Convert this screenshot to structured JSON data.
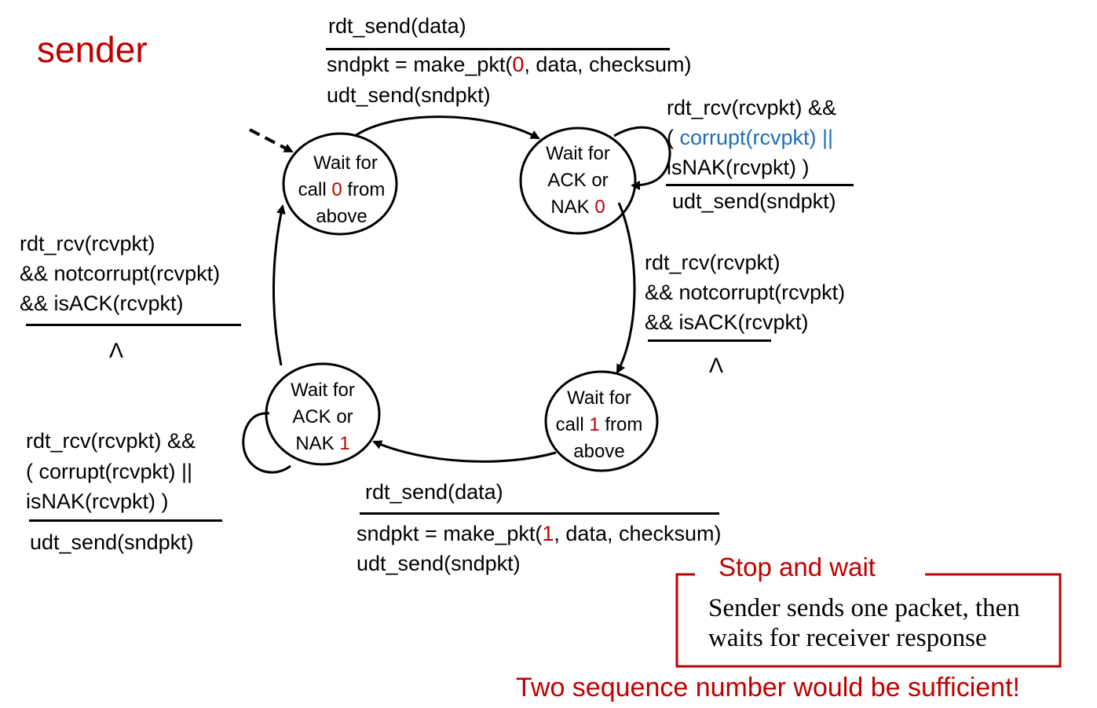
{
  "title": "sender",
  "states": {
    "wait_call_0": {
      "line1": "Wait for",
      "line2_pre": "call ",
      "line2_num": "0",
      "line2_post": " from",
      "line3": "above"
    },
    "wait_ack_0": {
      "line1": "Wait for",
      "line2": "ACK or",
      "line3_pre": "NAK ",
      "line3_num": "0"
    },
    "wait_call_1": {
      "line1": "Wait for",
      "line2_pre": "call ",
      "line2_num": "1",
      "line2_post": " from",
      "line3": "above"
    },
    "wait_ack_1": {
      "line1": "Wait for",
      "line2": "ACK or",
      "line3_pre": "NAK ",
      "line3_num": "1"
    }
  },
  "transitions": {
    "top": {
      "event": "rdt_send(data)",
      "action1_pre": "sndpkt = make_pkt(",
      "action1_num": "0",
      "action1_post": ", data, checksum)",
      "action2": "udt_send(sndpkt)"
    },
    "self_ack0": {
      "event1": "rdt_rcv(rcvpkt) &&",
      "event2_pre": "( ",
      "event2_blue": "corrupt(rcvpkt) ||",
      "event3": "isNAK(rcvpkt) )",
      "action": "udt_send(sndpkt)"
    },
    "right": {
      "event1": "rdt_rcv(rcvpkt)",
      "event2": "&& notcorrupt(rcvpkt)",
      "event3": "&& isACK(rcvpkt)",
      "action": "Λ"
    },
    "bottom": {
      "event": "rdt_send(data)",
      "action1_pre": "sndpkt = make_pkt(",
      "action1_num": "1",
      "action1_post": ", data, checksum)",
      "action2": "udt_send(sndpkt)"
    },
    "self_ack1": {
      "event1": "rdt_rcv(rcvpkt) &&",
      "event2": "( corrupt(rcvpkt) ||",
      "event3": "isNAK(rcvpkt) )",
      "action": "udt_send(sndpkt)"
    },
    "left": {
      "event1": "rdt_rcv(rcvpkt)",
      "event2": "&& notcorrupt(rcvpkt)",
      "event3": "&& isACK(rcvpkt)",
      "action": "Λ"
    }
  },
  "note": {
    "title": "Stop and wait",
    "line1": "Sender sends one packet, then",
    "line2": "waits for receiver response"
  },
  "footer": "Two sequence number would be sufficient!",
  "colors": {
    "accent_red": "#c00000",
    "highlight_blue": "#1f6fb5"
  }
}
